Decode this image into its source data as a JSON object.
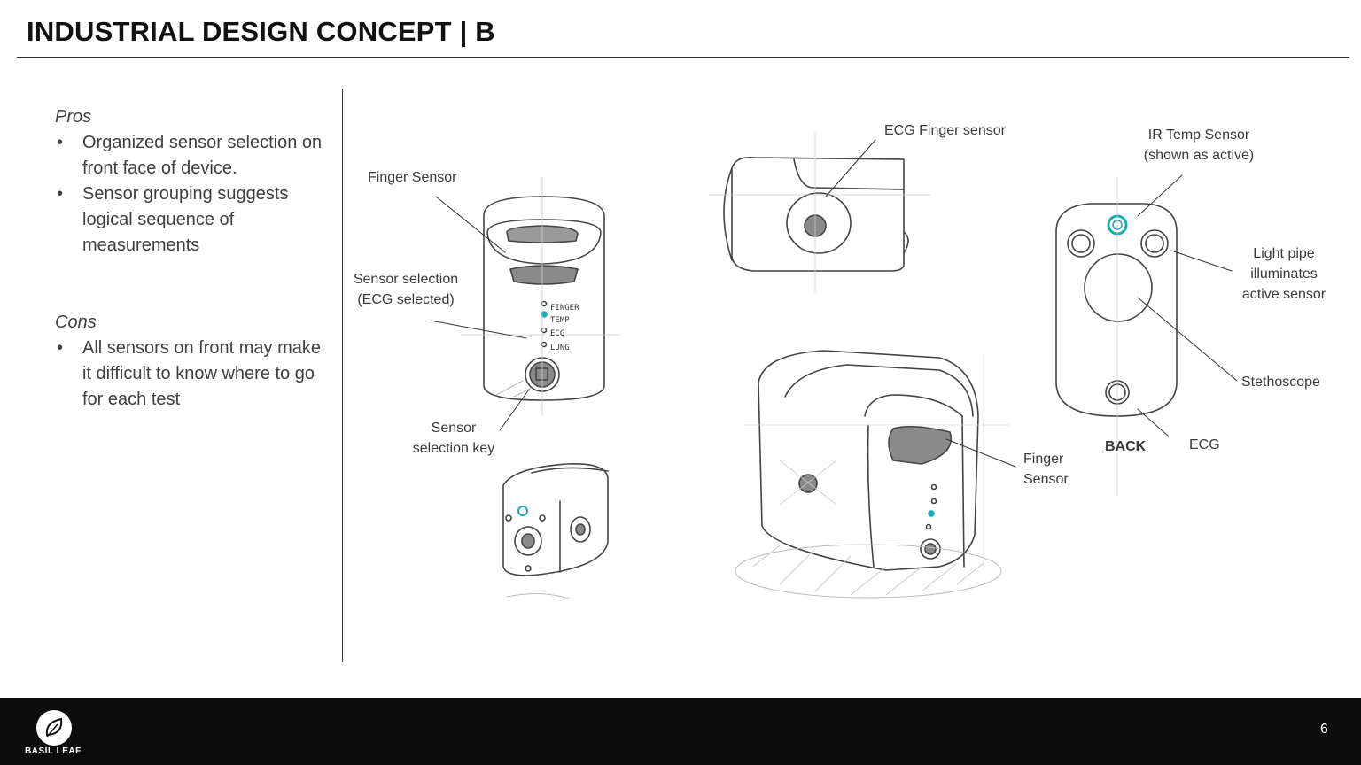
{
  "slide": {
    "title": "INDUSTRIAL DESIGN CONCEPT | B",
    "page_number": "6"
  },
  "pros": {
    "heading": "Pros",
    "items": [
      "Organized sensor selection on front face of device.",
      "Sensor grouping suggests logical sequence of measurements"
    ]
  },
  "cons": {
    "heading": "Cons",
    "items": [
      "All sensors on front may make it difficult to know where to go for each test"
    ]
  },
  "sketch_labels": {
    "finger_sensor_top": "Finger Sensor",
    "sensor_selection": "Sensor selection (ECG selected)",
    "sensor_selection_key": "Sensor selection key",
    "ecg_finger_sensor": "ECG Finger sensor",
    "ir_temp_sensor": "IR Temp Sensor (shown as active)",
    "light_pipe": "Light pipe illuminates active sensor",
    "stethoscope": "Stethoscope",
    "back": "BACK",
    "ecg": "ECG",
    "finger_sensor_bottom": "Finger Sensor"
  },
  "device_text": {
    "finger": "FINGER",
    "temp": "TEMP",
    "ecg": "ECG",
    "lung": "LUNG"
  },
  "colors": {
    "active_indicator": "#1aa9b8",
    "footer": "#0d0d0d"
  },
  "footer": {
    "brand": "BASIL LEAF",
    "logo_icon": "leaf-icon"
  }
}
